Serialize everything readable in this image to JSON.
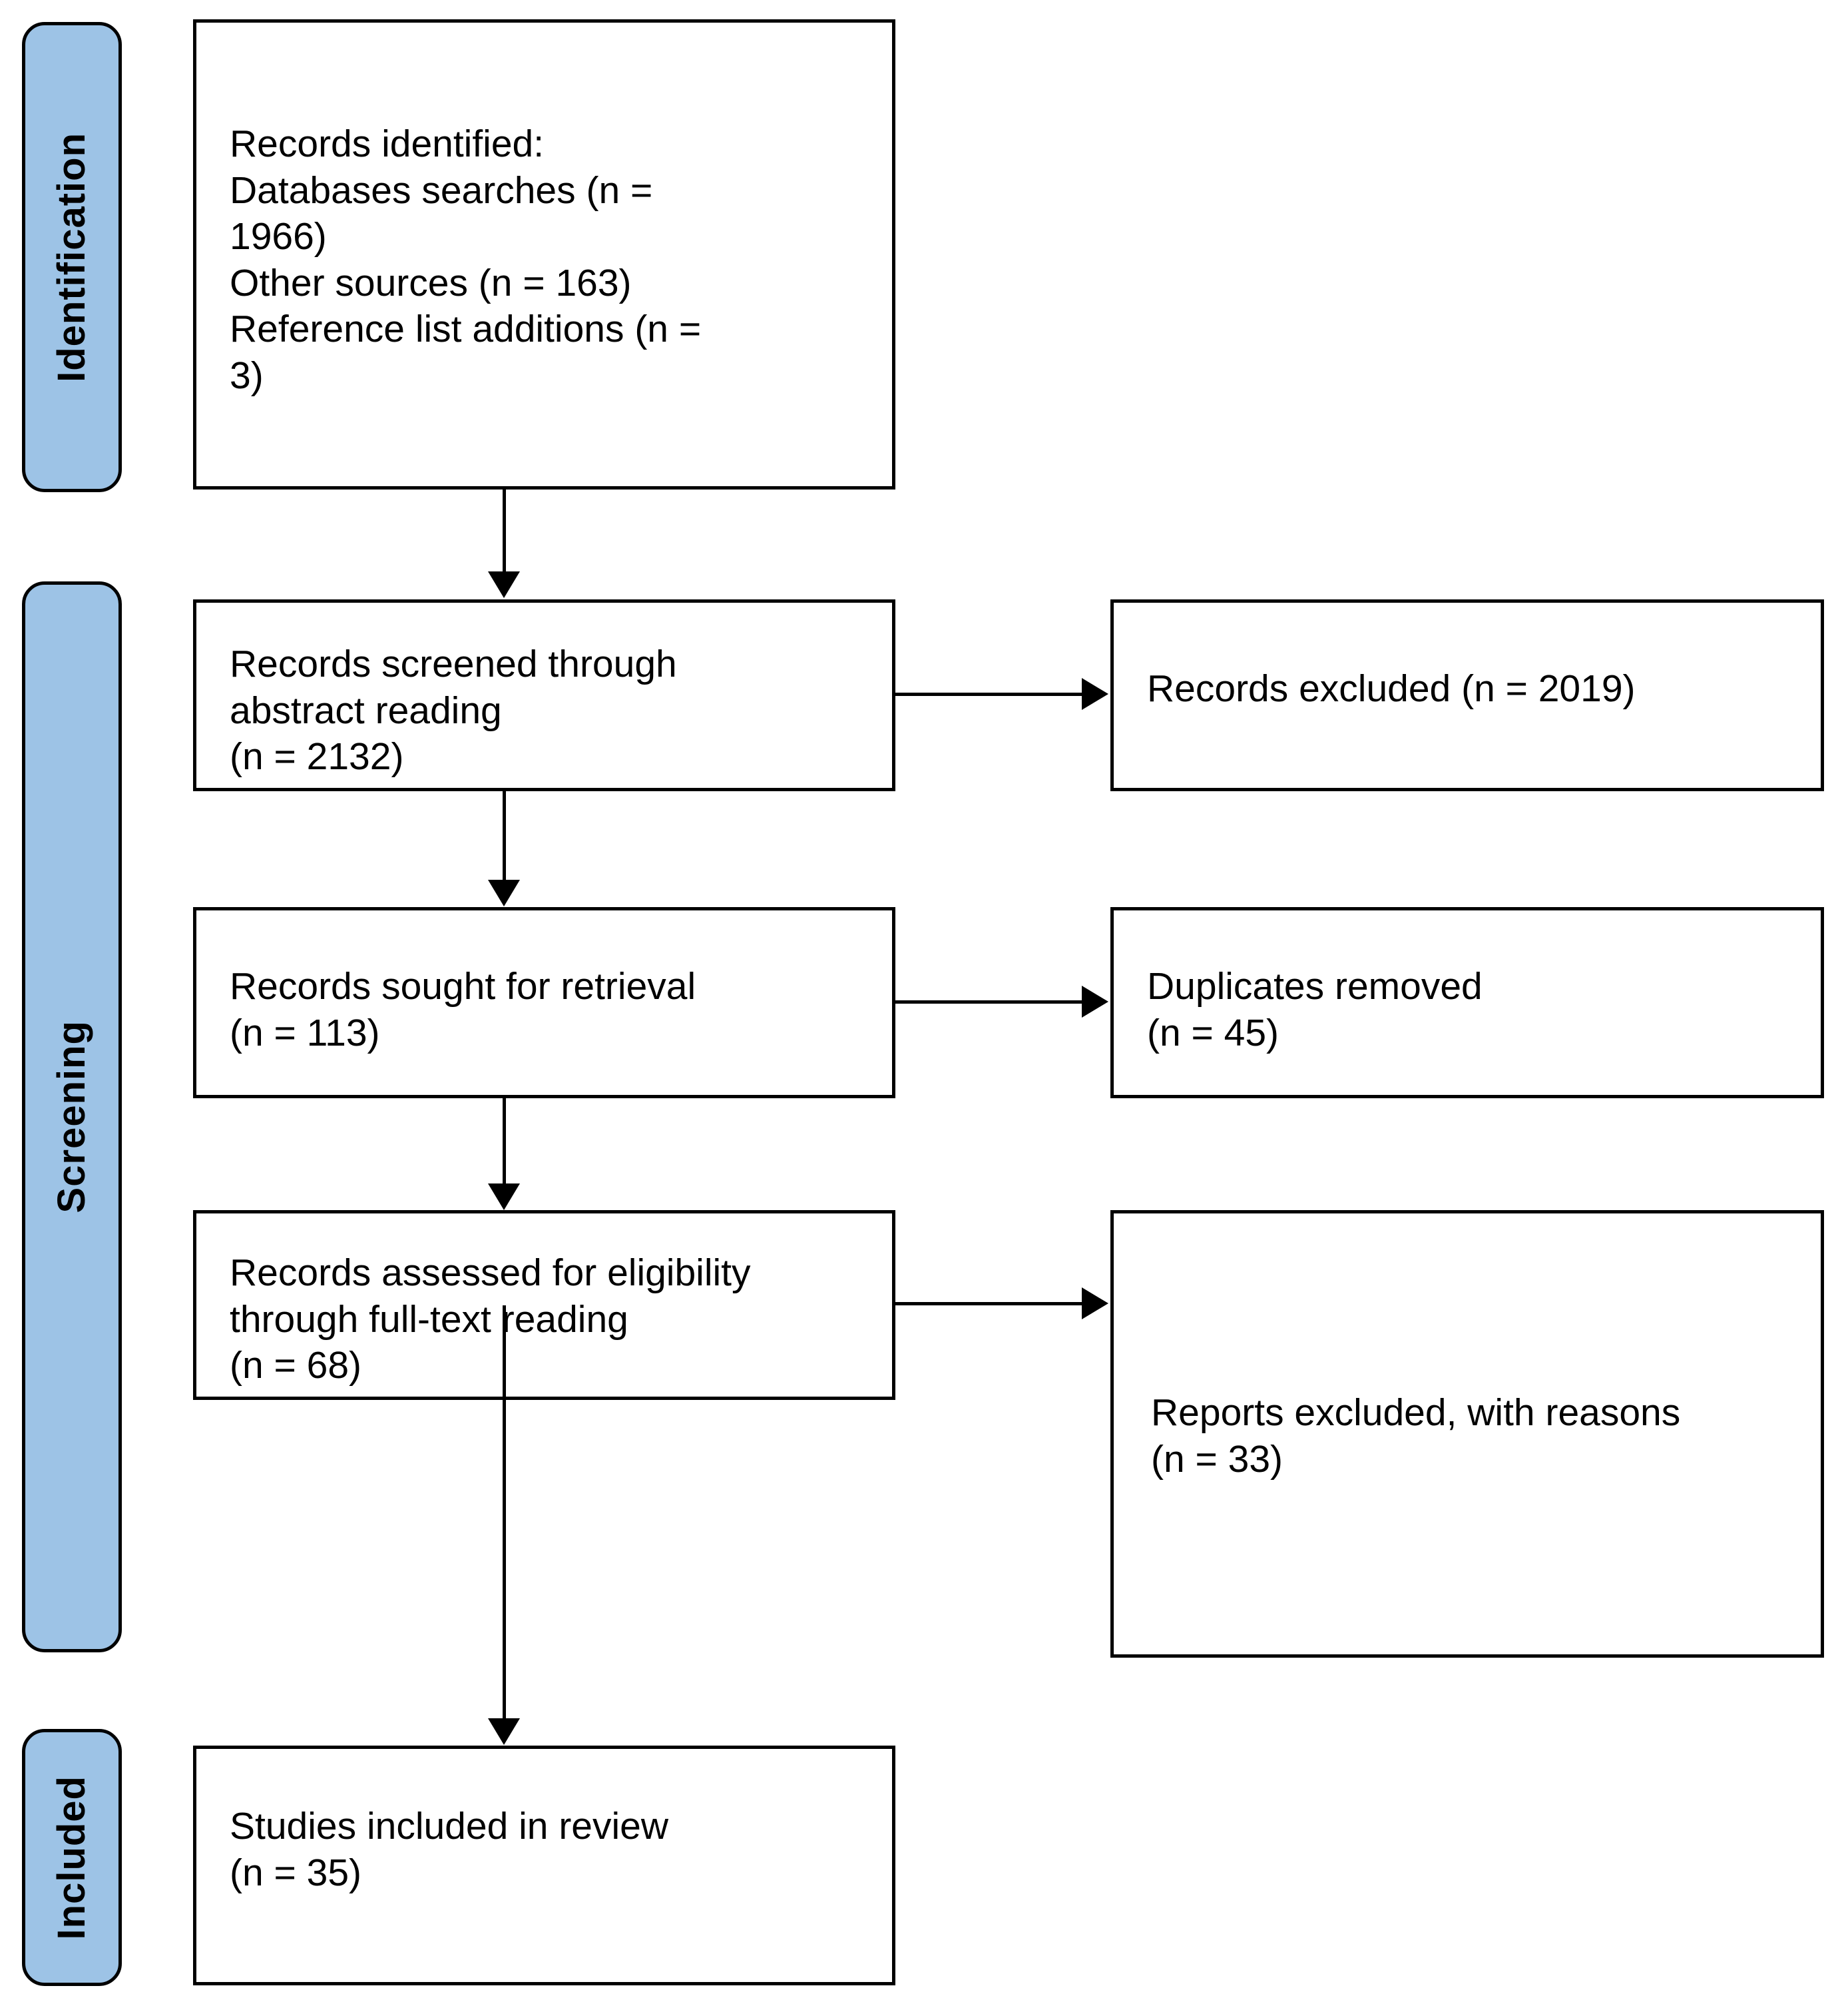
{
  "diagram": {
    "title": "PRISMA flow diagram",
    "accent_color": "#9DC3E6",
    "line_color": "#000000",
    "background": "#FFFFFF"
  },
  "stages": [
    {
      "id": "identification",
      "label": "Identification"
    },
    {
      "id": "screening",
      "label": "Screening"
    },
    {
      "id": "included",
      "label": "Included"
    }
  ],
  "boxes": {
    "identified": {
      "heading": "Records identified:",
      "lines": "Databases searches (n = 1966)\nOther sources (n = 163)\nReference list additions (n = 3)",
      "text": "Records identified:\n    Databases searches (n =\n    1966)\n    Other sources (n = 163)\n    Reference list additions (n =\n    3)"
    },
    "screened": {
      "text": "Records screened through\nabstract reading\n(n = 2132)"
    },
    "excluded_records": {
      "text": "Records excluded (n = 2019)"
    },
    "sought": {
      "text": "Records sought for retrieval\n(n = 113)"
    },
    "duplicates": {
      "text": "Duplicates removed\n(n = 45)"
    },
    "assessed": {
      "text": "Records assessed for eligibility\nthrough full-text reading\n(n = 68)"
    },
    "reports_excluded": {
      "text": " Reports excluded, with reasons\n(n = 33)"
    },
    "included": {
      "text": "Studies included in review\n(n = 35)"
    }
  },
  "counts": {
    "databases_searches": 1966,
    "other_sources": 163,
    "reference_list_additions": 3,
    "records_screened": 2132,
    "records_excluded": 2019,
    "records_sought": 113,
    "duplicates_removed": 45,
    "records_assessed": 68,
    "reports_excluded": 33,
    "studies_included": 35
  },
  "connectors": [
    {
      "name": "identified-to-screened",
      "type": "arrow-down"
    },
    {
      "name": "screened-to-excluded",
      "type": "arrow-right"
    },
    {
      "name": "screened-to-sought",
      "type": "arrow-down"
    },
    {
      "name": "sought-to-duplicates",
      "type": "arrow-right"
    },
    {
      "name": "sought-to-assessed",
      "type": "arrow-down"
    },
    {
      "name": "assessed-to-reports-excluded",
      "type": "arrow-right"
    },
    {
      "name": "assessed-to-included",
      "type": "arrow-down"
    }
  ]
}
